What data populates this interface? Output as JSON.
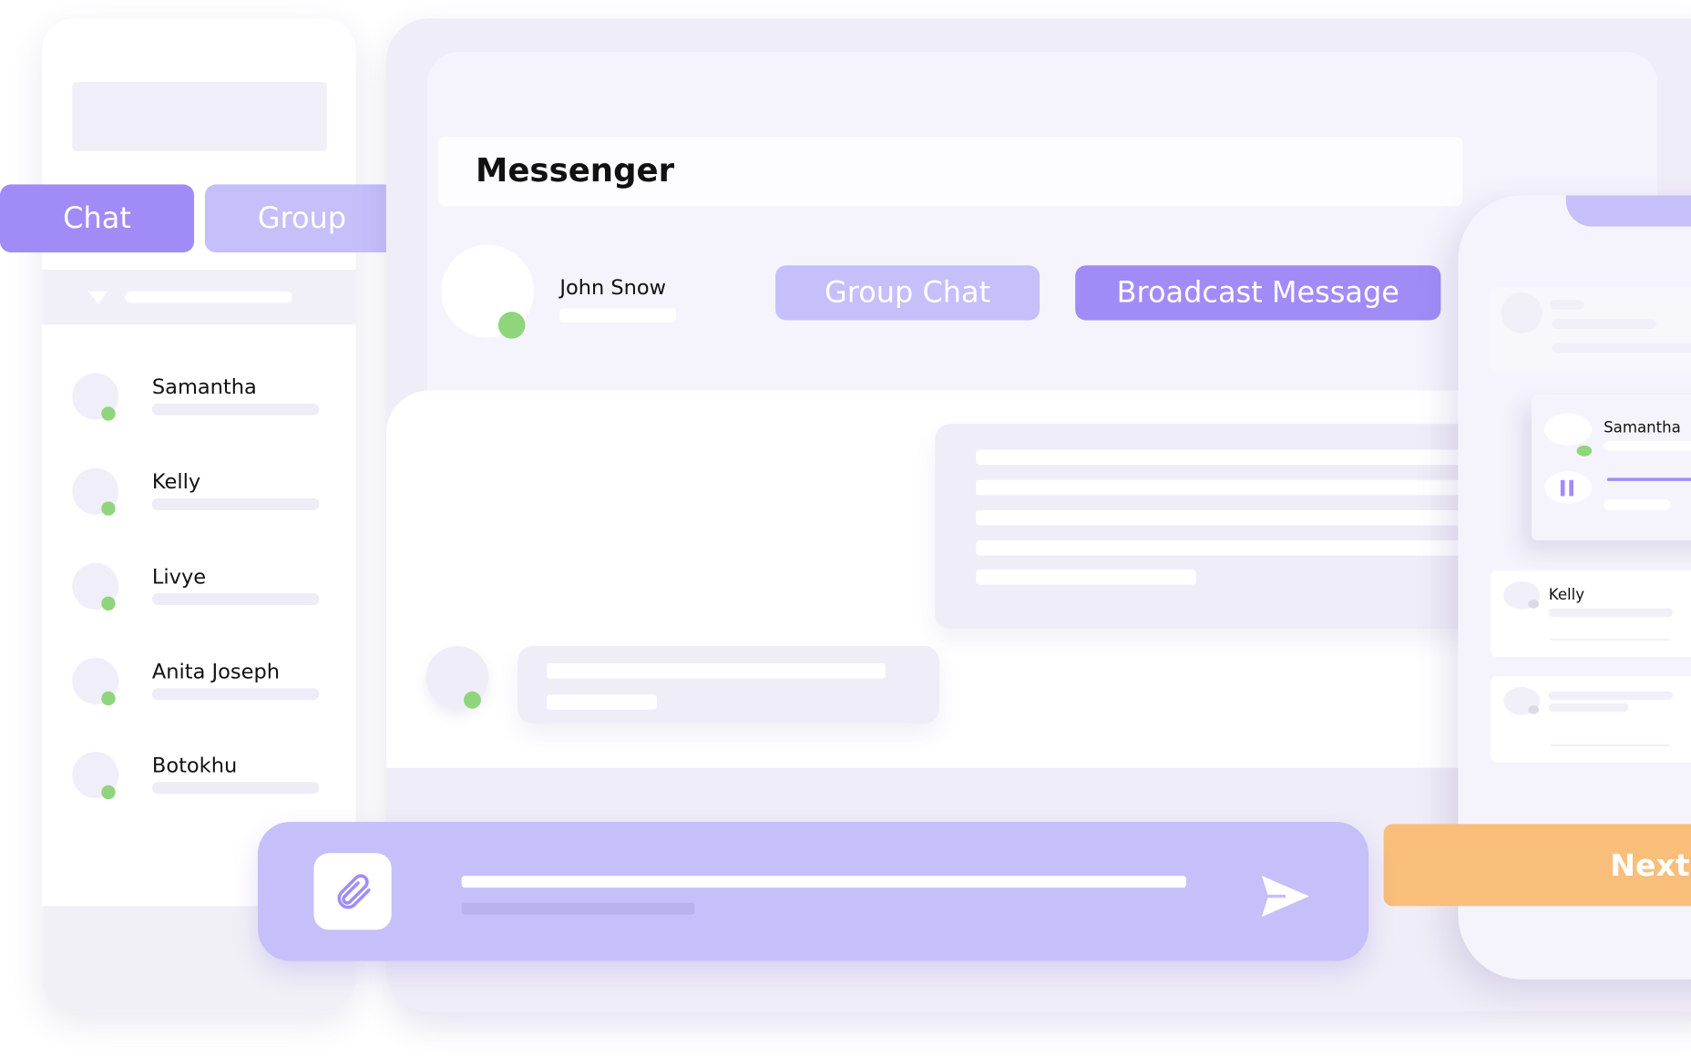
{
  "sidebar": {
    "tabs": [
      {
        "label": "Chat",
        "active": true
      },
      {
        "label": "Group",
        "active": false
      }
    ],
    "contacts": [
      {
        "name": "Samantha",
        "online": true
      },
      {
        "name": "Kelly",
        "online": true
      },
      {
        "name": "Livye",
        "online": true
      },
      {
        "name": "Anita Joseph",
        "online": true
      },
      {
        "name": "Botokhu",
        "online": true
      }
    ]
  },
  "header": {
    "title": "Messenger"
  },
  "profile": {
    "name": "John Snow",
    "online": true
  },
  "actions": {
    "group_chat": "Group Chat",
    "broadcast": "Broadcast Message"
  },
  "composer": {
    "attach_icon": "paperclip-icon",
    "send_icon": "send-icon"
  },
  "phone": {
    "cards": [
      {
        "name": "Samantha",
        "online": true,
        "playing": "pause-icon"
      },
      {
        "name": "Kelly",
        "online": false
      }
    ],
    "next_label": "Next"
  },
  "colors": {
    "accent": "#a18cf7",
    "accent_light": "#c5bffa",
    "online": "#8ed57c",
    "next": "#f8be7a",
    "panel": "#efedf7"
  }
}
